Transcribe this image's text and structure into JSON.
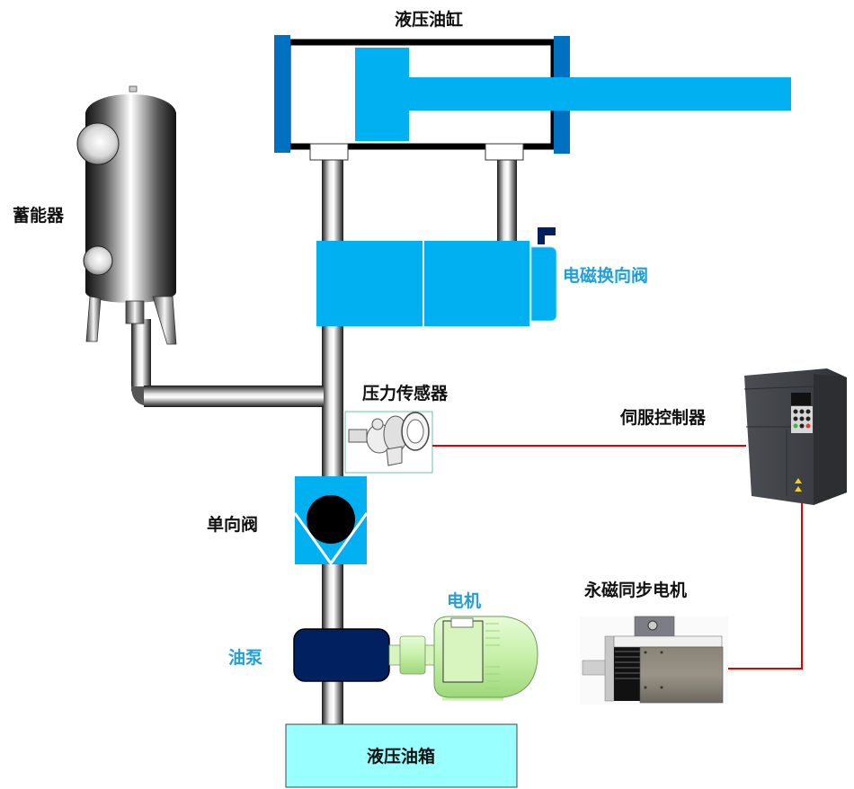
{
  "title": "液压伺服系统示意图",
  "labels": {
    "cylinder": "液压油缸",
    "accumulator": "蓄能器",
    "solenoid_valve": "电磁换向阀",
    "pressure_sensor": "压力传感器",
    "servo_controller": "伺服控制器",
    "check_valve": "单向阀",
    "motor": "电机",
    "oil_pump": "油泵",
    "pm_motor": "永磁同步电机",
    "oil_tank": "液压油箱"
  },
  "colors": {
    "cyan": "#00b0f0",
    "dark_blue_cap": "#0070c0",
    "navy": "#002060",
    "tank_fill": "#99ffff",
    "signal_line": "#e00000",
    "label_blue": "#1fa0d8",
    "motor_green": "#c6f0a8",
    "controller_gray": "#3c3f44"
  }
}
